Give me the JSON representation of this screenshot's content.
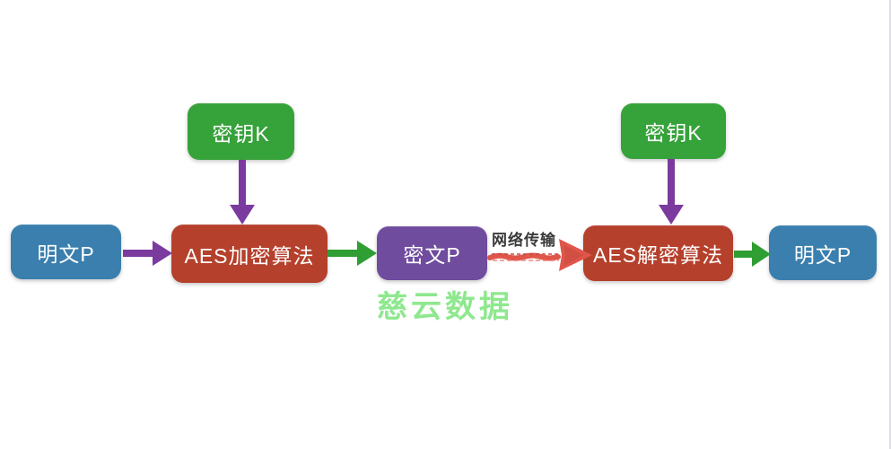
{
  "diagram": {
    "type": "flowchart",
    "topic": "AES encryption / decryption data flow",
    "nodes": [
      {
        "id": "key-left",
        "label": "密钥K",
        "color": "#36a23a",
        "shape": "rounded-rect"
      },
      {
        "id": "key-right",
        "label": "密钥K",
        "color": "#36a23a",
        "shape": "rounded-rect"
      },
      {
        "id": "plaintext-left",
        "label": "明文P",
        "color": "#3a7fae",
        "shape": "rounded-rect"
      },
      {
        "id": "aes-encrypt",
        "label": "AES加密算法",
        "color": "#b5402c",
        "shape": "rounded-rect"
      },
      {
        "id": "ciphertext",
        "label": "密文P",
        "color": "#6f4c9e",
        "shape": "rounded-rect"
      },
      {
        "id": "aes-decrypt",
        "label": "AES解密算法",
        "color": "#b5402c",
        "shape": "rounded-rect"
      },
      {
        "id": "plaintext-right",
        "label": "明文P",
        "color": "#3a7fae",
        "shape": "rounded-rect"
      }
    ],
    "edges": [
      {
        "from": "plaintext-left",
        "to": "aes-encrypt",
        "color": "#7b3a9e",
        "style": "solid"
      },
      {
        "from": "key-left",
        "to": "aes-encrypt",
        "color": "#7b3a9e",
        "style": "solid"
      },
      {
        "from": "aes-encrypt",
        "to": "ciphertext",
        "color": "#2f9e33",
        "style": "solid"
      },
      {
        "from": "ciphertext",
        "to": "aes-decrypt",
        "color": "#e0564a",
        "style": "sketchy",
        "label": "网络传输"
      },
      {
        "from": "key-right",
        "to": "aes-decrypt",
        "color": "#7b3a9e",
        "style": "solid"
      },
      {
        "from": "aes-decrypt",
        "to": "plaintext-right",
        "color": "#2f9e33",
        "style": "solid"
      }
    ],
    "watermark": {
      "text": "慈云数据",
      "color": "#8ee88e"
    },
    "background": "#ffffff"
  }
}
